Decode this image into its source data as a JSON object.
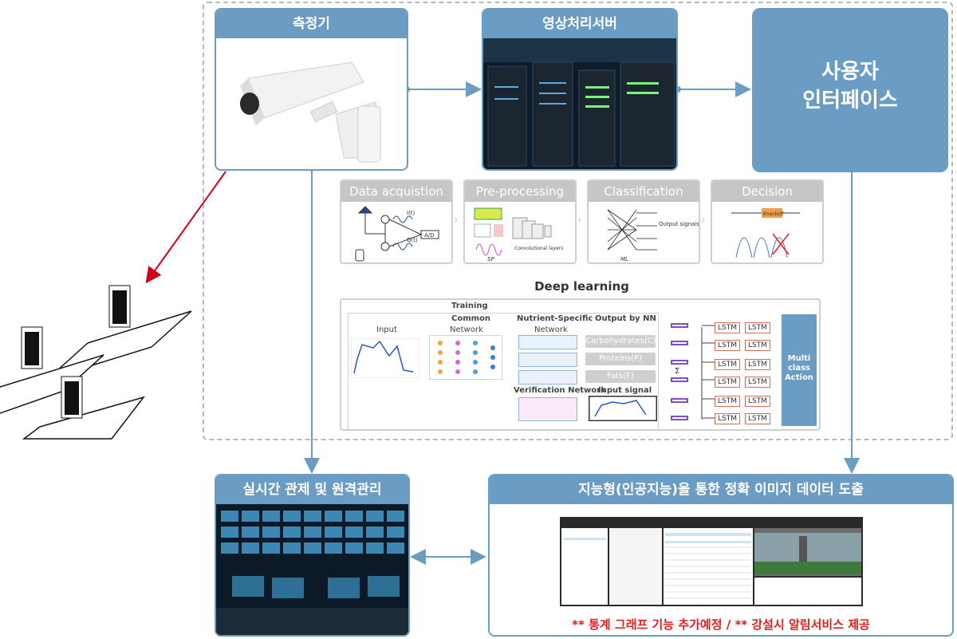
{
  "cards": {
    "sensor": "측정기",
    "server": "영상처리서버",
    "ui_line1": "사용자",
    "ui_line2": "인터페이스",
    "monitor": "실시간 관제 및 원격관리",
    "intelligent": "지능형(인공지능)을 통한 정확 이미지 데이터 도출"
  },
  "pipeline": {
    "stages": [
      "Data acquistion",
      "Pre-processing",
      "Classification",
      "Decision"
    ],
    "acq_labels": {
      "it": "I(t)",
      "qt": "Q(t)",
      "ad": "A/D"
    },
    "pre_labels": {
      "sp": "SP",
      "conv": "Convolutional layers"
    },
    "cls_labels": {
      "out": "Output signals",
      "ml": "ML"
    },
    "dec_labels": {
      "knock": "Knockoff"
    }
  },
  "deep_learning": {
    "title": "Deep learning",
    "training": "Training",
    "input": "Input",
    "common": "Common",
    "network": "Network",
    "nutrient": "Nutrient-Specific",
    "network2": "Network",
    "output_nn": "Output by NN",
    "outputs": [
      "Carbohydrates(C)",
      "Proteins(P)",
      "Fats(F)"
    ],
    "verification": "Verification Network",
    "input_signal": "Input signal",
    "lstm": "LSTM",
    "mca": [
      "Multi",
      "class",
      "Action"
    ]
  },
  "notice": "** 통계 그래프 기능 추가예정 / ** 강설시 알림서비스 제공",
  "colors": {
    "accent": "#6a9cc4",
    "arrow_red": "#d0021b",
    "notice_red": "#e02020"
  }
}
